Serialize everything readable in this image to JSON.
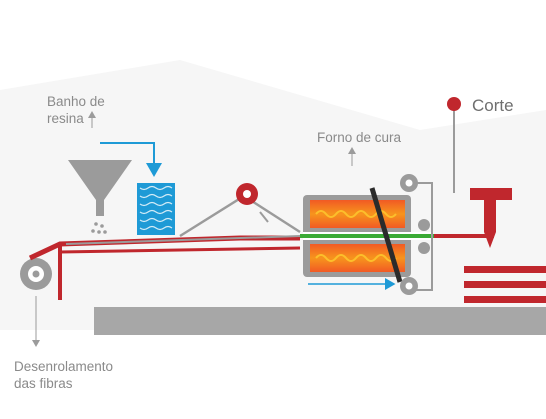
{
  "labels": {
    "banho_line1": "Banho de",
    "banho_line2": "resina",
    "forno": "Forno de cura",
    "corte": "Corte",
    "desenrolamento_line1": "Desenrolamento",
    "desenrolamento_line2": "das fibras"
  },
  "colors": {
    "fiber_red": "#c0272d",
    "steel_gray": "#9b9b9b",
    "resin_blue": "#1e9ad6",
    "cured_green": "#3aaa35",
    "flame_orange": "#f0642a",
    "flame_yellow": "#fcbf2b"
  }
}
